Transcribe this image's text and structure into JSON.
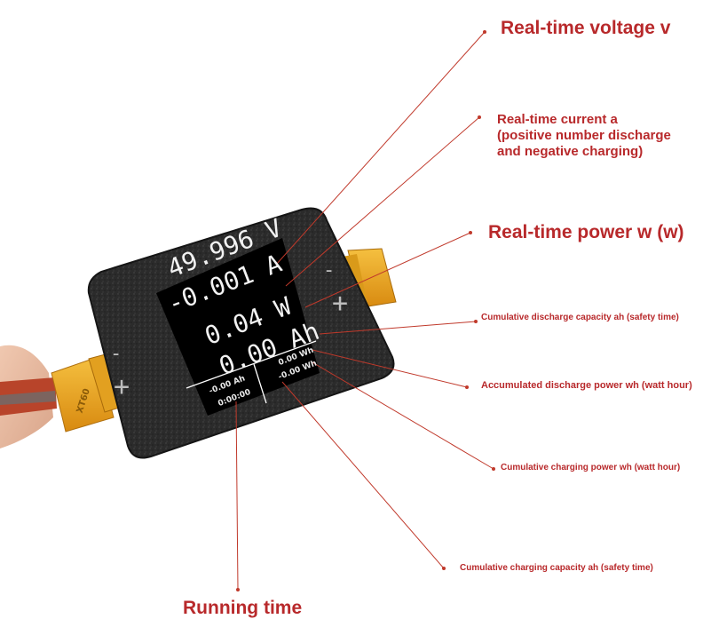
{
  "labels": {
    "voltage": "Real-time voltage v",
    "current_line1": "Real-time current a",
    "current_line2": "(positive number discharge",
    "current_line3": "and negative charging)",
    "power": "Real-time power w (w)",
    "discharge_ah": "Cumulative discharge capacity ah (safety time)",
    "discharge_wh": "Accumulated discharge power wh (watt hour)",
    "charging_wh": "Cumulative charging power wh (watt hour)",
    "charging_ah": "Cumulative charging capacity ah (safety time)",
    "running_time": "Running time"
  },
  "screen": {
    "voltage": "49.996 V",
    "current": "-0.001 A",
    "power": "0.04 W",
    "capacity": "0.00 Ah",
    "charge_ah": "-0.00 Ah",
    "time": "0:00:00",
    "discharge_wh": "0.00 Wh",
    "charge_wh": "-0.00 Wh"
  },
  "device": {
    "minus_left": "-",
    "plus_left": "+",
    "minus_right": "-",
    "plus_right": "+",
    "connector_text": "XT60"
  },
  "colors": {
    "annotation": "#b8292b",
    "leader_line": "#c0392b",
    "shell": "#2a2a2a",
    "screen": "#000000",
    "connector": "#e8a21c"
  }
}
